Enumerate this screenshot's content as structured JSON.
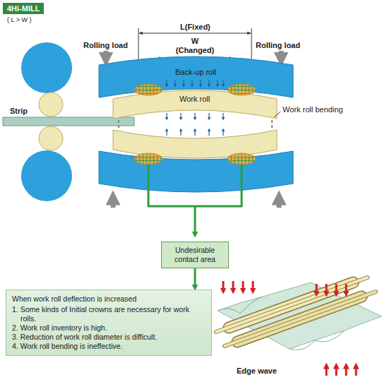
{
  "diagram": {
    "nodes": [
      {
        "text": [
          "4Hi-MILL"
        ]
      },
      {
        "text": [
          "Undesirable contact area"
        ]
      },
      {
        "text": [
          "When work roll deflection is increased",
          "1. Some kinds of Initial crowns are necessary for work rolls.",
          "2. Work roll inventory is high.",
          "3. Reduction of work roll diameter is difficult.",
          "4. Work roll bending is ineffective."
        ]
      }
    ],
    "edges": [
      {
        "from": 1,
        "to": 2,
        "arrow": "to"
      }
    ],
    "labels": [
      "( L > W )",
      "L(Fixed)",
      "W (Changed)",
      "Rolling load",
      "Rolling load",
      "Back-up roll",
      "Work roll",
      "Work roll bending",
      "Strip",
      "Edge wave"
    ]
  }
}
